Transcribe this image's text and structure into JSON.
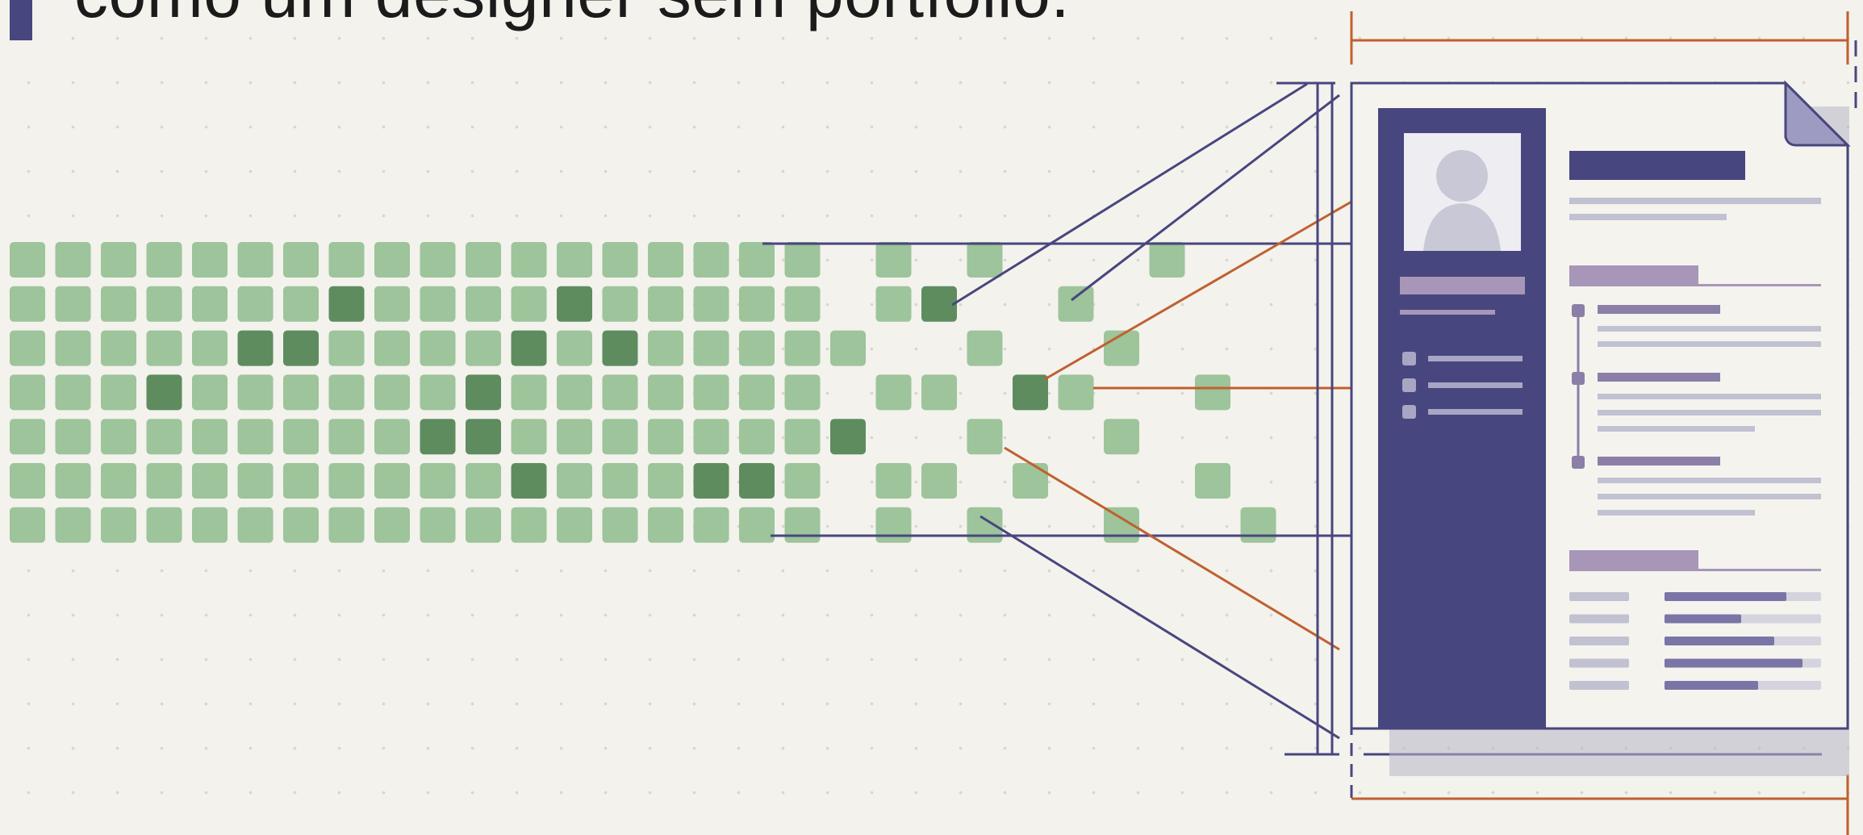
{
  "headline": {
    "text": "como um designer sem portfólio."
  },
  "palette": {
    "background": "#f3f2ed",
    "navy": "#48467e",
    "green_light": "#9dc49a",
    "green_dark": "#5e8c5f",
    "orange": "#c0602f",
    "lavender": "#8b7fa8"
  },
  "illustration": {
    "pixel_grid_icon": "green-pixel-grid",
    "resume_icon": "resume-document",
    "profile_icon": "profile-silhouette"
  }
}
